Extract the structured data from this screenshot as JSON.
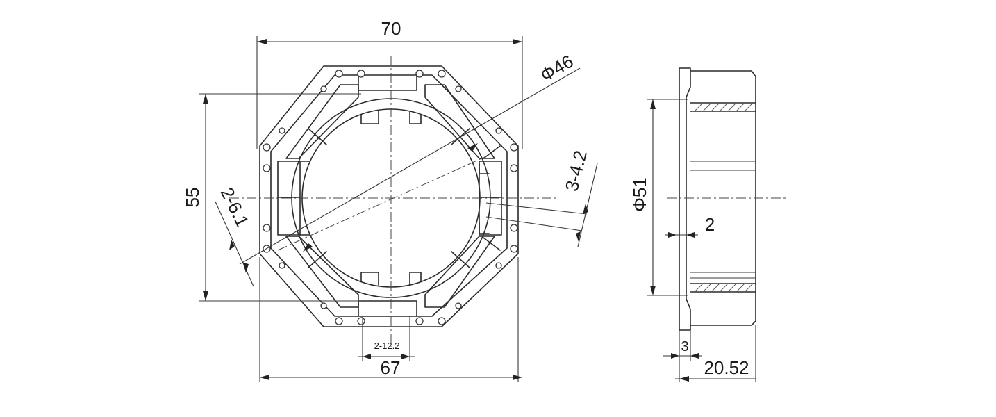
{
  "dimensions": {
    "width_top": "70",
    "width_bottom": "67",
    "height_left": "55",
    "diameter_inner": "Φ46",
    "holes_left": "2-6.1",
    "holes_right": "3-4.2",
    "slot_width": "2-12.2",
    "side_diameter": "Φ51",
    "wall": "2",
    "flange": "3",
    "length": "20.52"
  },
  "colors": {
    "line": "#2a2a2a",
    "background": "#ffffff"
  }
}
